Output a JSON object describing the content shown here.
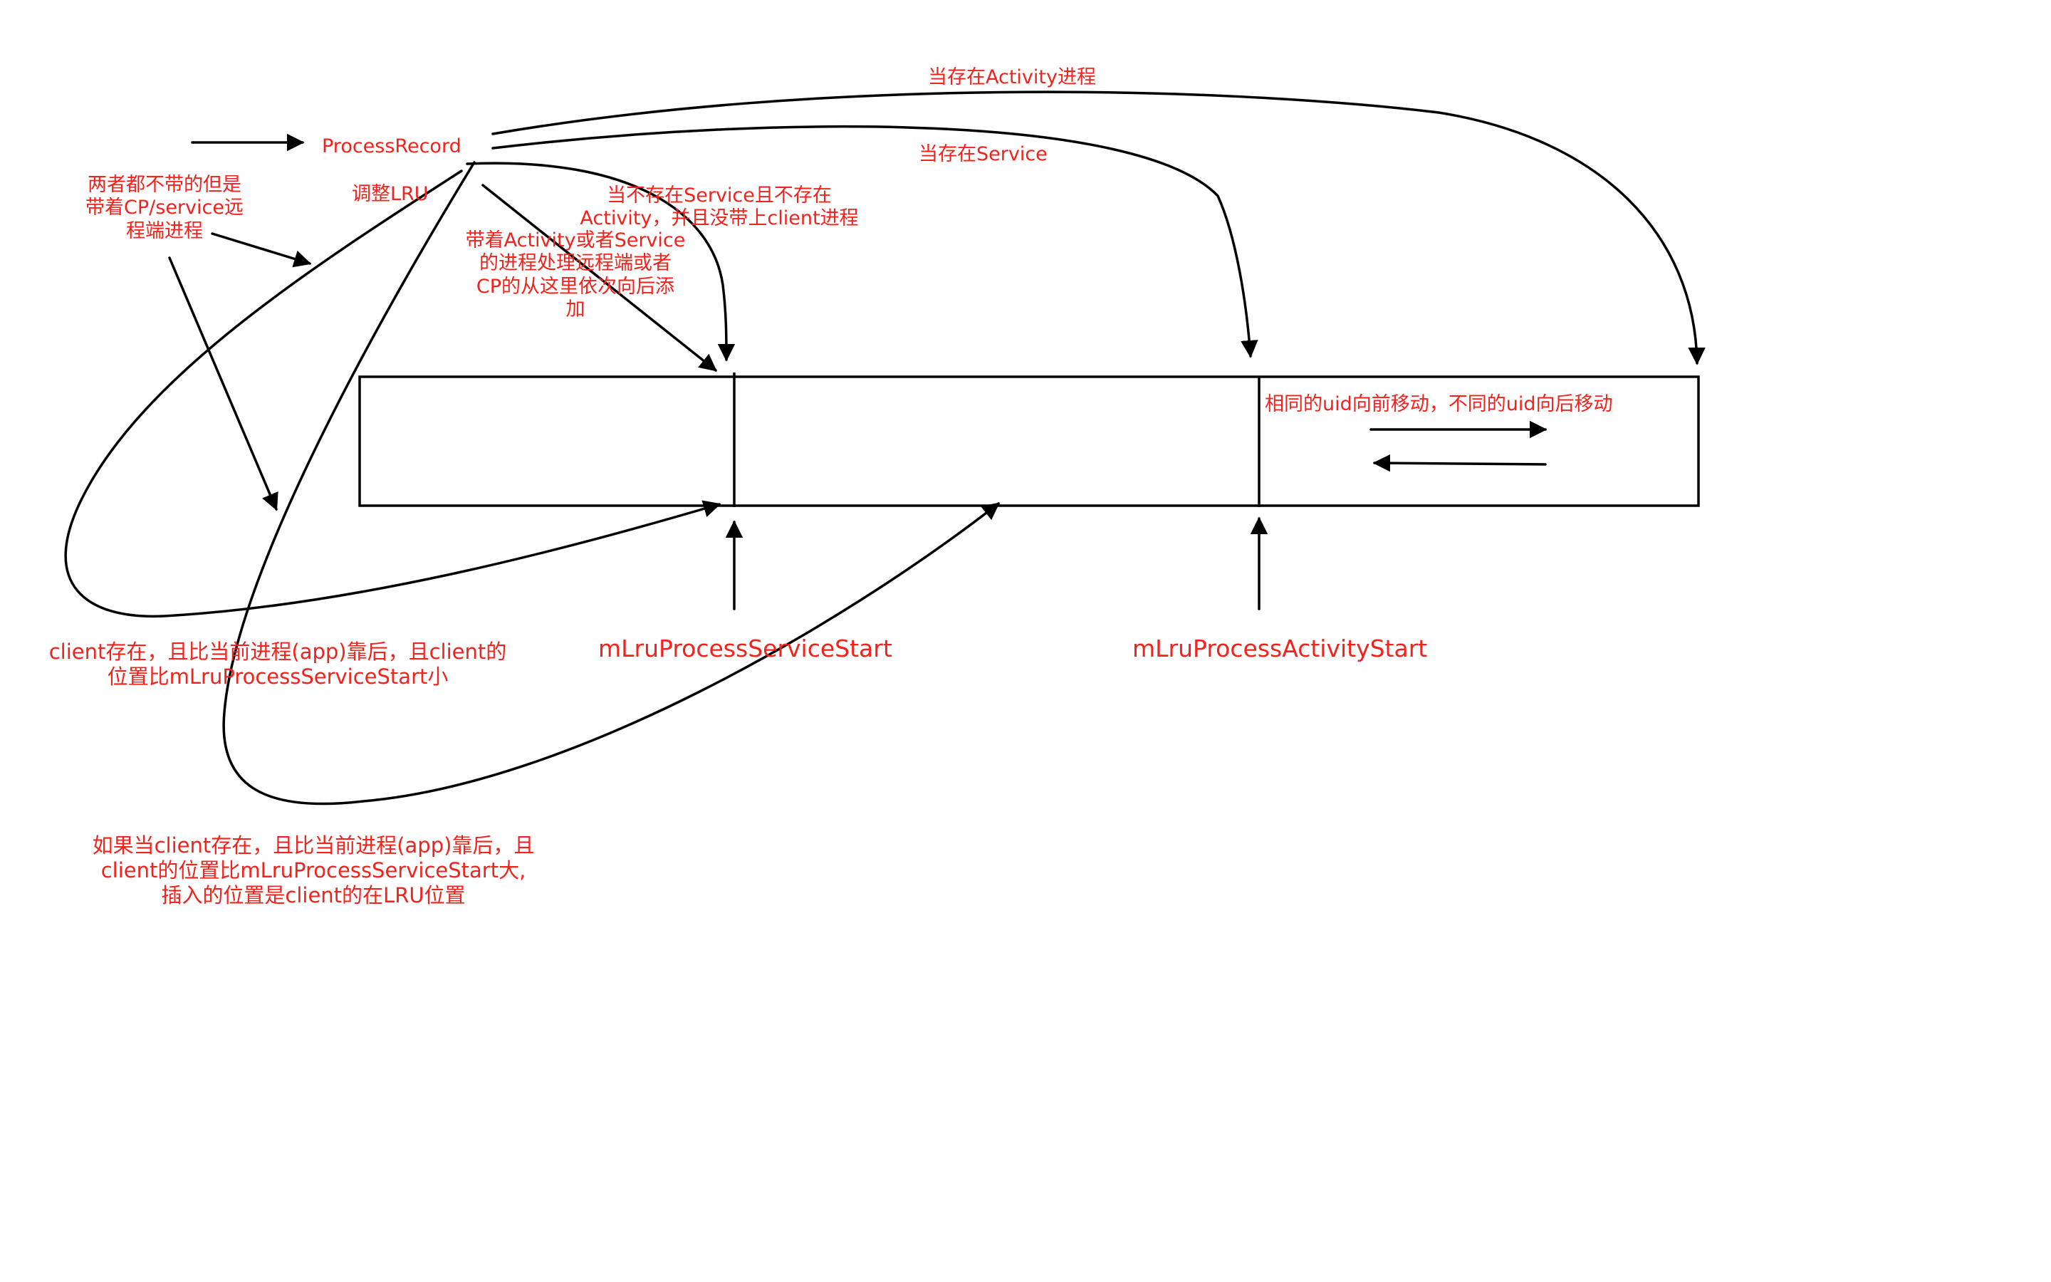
{
  "process_record": "ProcessRecord",
  "adjust_lru": "调整LRU",
  "neither_carry": [
    "两者都不带的但是",
    "带着CP/service远",
    "程端进程"
  ],
  "when_activity": "当存在Activity进程",
  "when_service": "当存在Service",
  "no_service_no_activity": [
    "当不存在Service且不存在",
    "Activity，并且没带上client进程"
  ],
  "with_activity_or_service": [
    "带着Activity或者Service",
    "的进程处理远程端或者",
    "CP的从这里依次向后添",
    "加"
  ],
  "same_uid": "相同的uid向前移动，不同的uid向后移动",
  "service_start": "mLruProcessServiceStart",
  "activity_start": "mLruProcessActivityStart",
  "client_before": [
    "client存在，且比当前进程(app)靠后，且client的",
    "位置比mLruProcessServiceStart小"
  ],
  "client_after": [
    "如果当client存在，且比当前进程(app)靠后，且",
    "client的位置比mLruProcessServiceStart大,",
    "插入的位置是client的在LRU位置"
  ],
  "colors": {
    "label": "#f2221c",
    "line": "#000000",
    "background": "#ffffff"
  }
}
